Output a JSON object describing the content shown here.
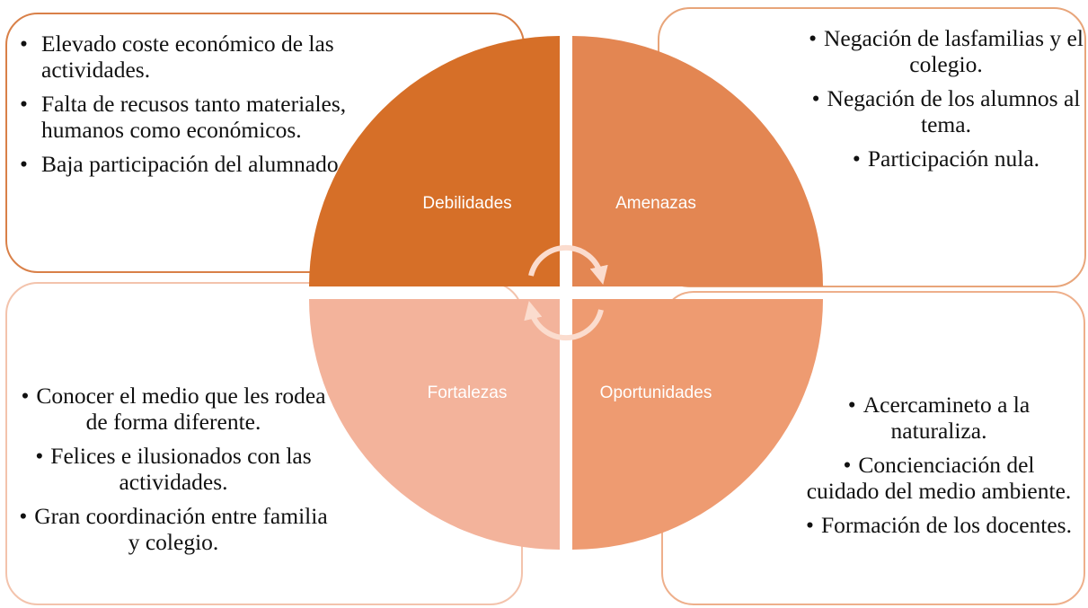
{
  "colors": {
    "debilidades": "#d66f28",
    "amenazas": "#e38652",
    "fortalezas": "#f3b39b",
    "oportunidades": "#ee9b71",
    "cycle_arrows": "#fbdcce"
  },
  "quadrants": {
    "debilidades": {
      "label": "Debilidades",
      "bullets": [
        "Elevado coste económico de las actividades.",
        "Falta de recusos tanto materiales, humanos como económicos.",
        "Baja participación del alumnado."
      ]
    },
    "amenazas": {
      "label": "Amenazas",
      "bullets": [
        "Negación de lasfamilias y el colegio.",
        "Negación de los alumnos al tema.",
        "Participación nula."
      ]
    },
    "fortalezas": {
      "label": "Fortalezas",
      "bullets": [
        "Conocer el medio que les rodea de forma diferente.",
        "Felices e ilusionados con las actividades.",
        "Gran coordinación entre familia y colegio."
      ]
    },
    "oportunidades": {
      "label": "Oportunidades",
      "bullets": [
        "Acercamineto a la naturaliza.",
        "Concienciación del cuidado del medio ambiente.",
        "Formación de los docentes."
      ]
    }
  },
  "icons": [
    "cycle-arrow-icon"
  ]
}
